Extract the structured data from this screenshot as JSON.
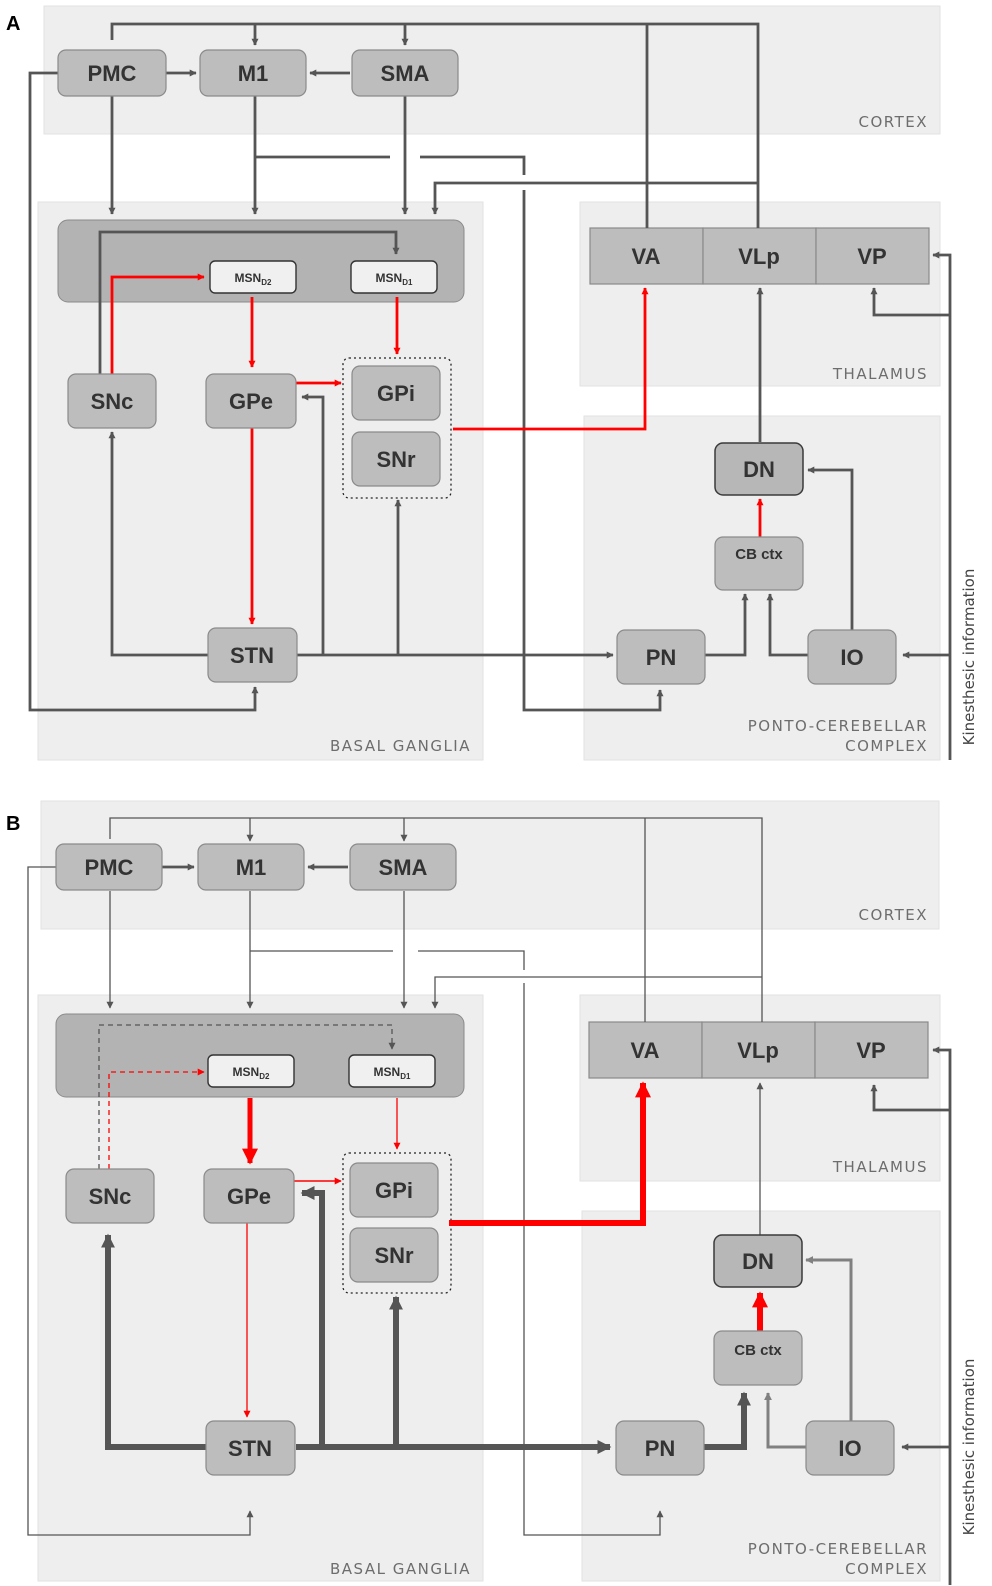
{
  "panels": [
    {
      "letter": "A",
      "regions": {
        "cortex": "CORTEX",
        "basal_ganglia": "BASAL GANGLIA",
        "thalamus": "THALAMUS",
        "ponto_line1": "PONTO-CEREBELLAR",
        "ponto_line2": "COMPLEX"
      },
      "nodes": {
        "pmc": "PMC",
        "m1": "M1",
        "sma": "SMA",
        "msn_d2": "MSN",
        "msn_d2_sub": "D2",
        "msn_d1": "MSN",
        "msn_d1_sub": "D1",
        "snc": "SNc",
        "gpe": "GPe",
        "gpi": "GPi",
        "snr": "SNr",
        "stn": "STN",
        "va": "VA",
        "vlp": "VLp",
        "vp": "VP",
        "dn": "DN",
        "cbctx": "CB ctx",
        "pn": "PN",
        "io": "IO"
      },
      "side_label": "Kinesthesic information"
    },
    {
      "letter": "B",
      "regions": {
        "cortex": "CORTEX",
        "basal_ganglia": "BASAL GANGLIA",
        "thalamus": "THALAMUS",
        "ponto_line1": "PONTO-CEREBELLAR",
        "ponto_line2": "COMPLEX"
      },
      "nodes": {
        "pmc": "PMC",
        "m1": "M1",
        "sma": "SMA",
        "msn_d2": "MSN",
        "msn_d2_sub": "D2",
        "msn_d1": "MSN",
        "msn_d1_sub": "D1",
        "snc": "SNc",
        "gpe": "GPe",
        "gpi": "GPi",
        "snr": "SNr",
        "stn": "STN",
        "va": "VA",
        "vlp": "VLp",
        "vp": "VP",
        "dn": "DN",
        "cbctx": "CB ctx",
        "pn": "PN",
        "io": "IO"
      },
      "side_label": "Kinesthesic information"
    }
  ],
  "colors": {
    "excitatory": "#555555",
    "inhibitory": "#ff0000",
    "region_fill": "#eeeeee",
    "node_fill": "#bdbdbd"
  }
}
